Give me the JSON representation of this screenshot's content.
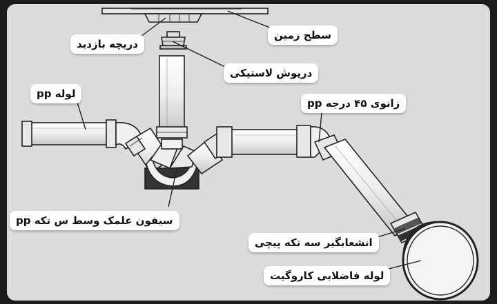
{
  "labels": {
    "floor_surface": "سطح زمین",
    "inspection_hatch": "دریچه بازدید",
    "rubber_cap": "درپوش لاستیکی",
    "pp_pipe": "لوله pp",
    "elbow_45": "زانوی ۴۵ درجه pp",
    "siphon": "سیفون علمک وسط س تکه pp",
    "three_piece_branch": "انشعابگیر سه تکه پیچی",
    "corrugated_pipe": "لوله فاضلابی کاروگیت"
  },
  "colors": {
    "background": "#dcdcdc",
    "pipe_fill": "#f4f4f4",
    "outline": "#222222",
    "label_bg": "#ffffff"
  }
}
